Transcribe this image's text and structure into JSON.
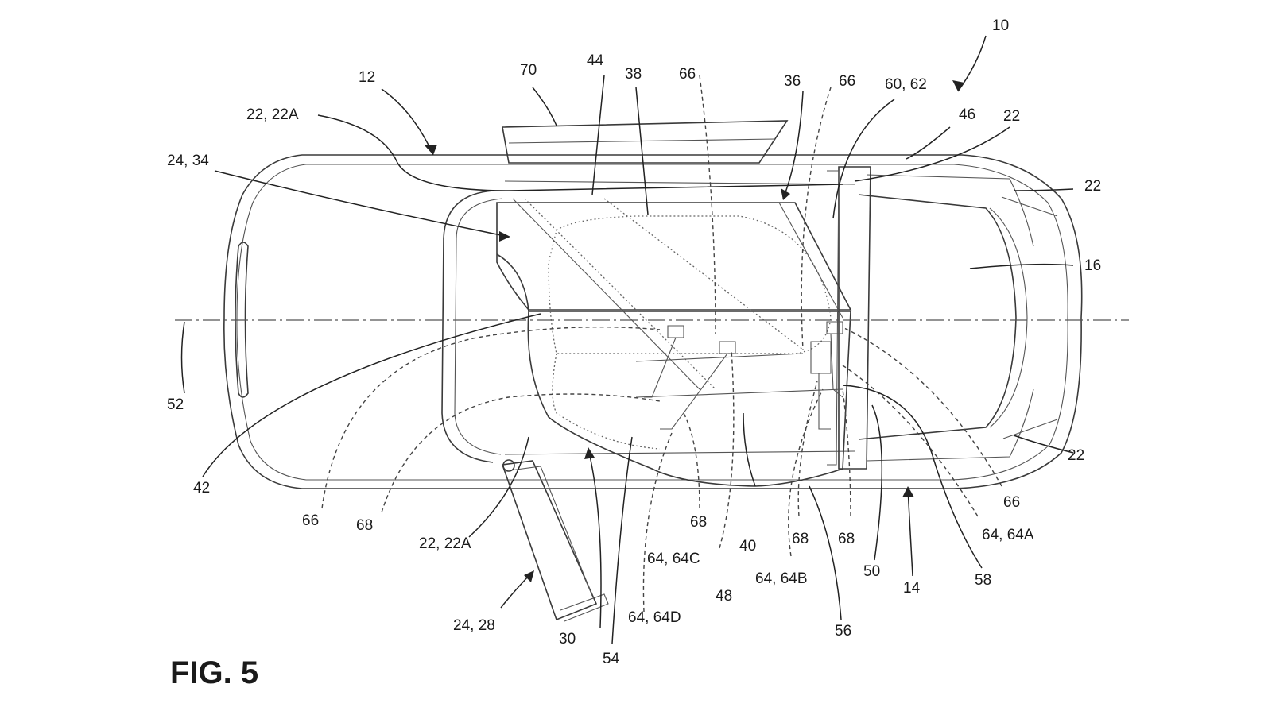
{
  "figure": {
    "title": "FIG. 5",
    "labels": [
      {
        "id": "l10",
        "text": "10"
      },
      {
        "id": "l12",
        "text": "12"
      },
      {
        "id": "l70",
        "text": "70"
      },
      {
        "id": "l44",
        "text": "44"
      },
      {
        "id": "l38",
        "text": "38"
      },
      {
        "id": "l66a",
        "text": "66"
      },
      {
        "id": "l36",
        "text": "36"
      },
      {
        "id": "l66b",
        "text": "66"
      },
      {
        "id": "l6062",
        "text": "60, 62"
      },
      {
        "id": "l46",
        "text": "46"
      },
      {
        "id": "l22a",
        "text": "22"
      },
      {
        "id": "l2222a",
        "text": "22, 22A"
      },
      {
        "id": "l2434",
        "text": "24, 34"
      },
      {
        "id": "l22b",
        "text": "22"
      },
      {
        "id": "l16",
        "text": "16"
      },
      {
        "id": "l52",
        "text": "52"
      },
      {
        "id": "l42",
        "text": "42"
      },
      {
        "id": "l66c",
        "text": "66"
      },
      {
        "id": "l68a",
        "text": "68"
      },
      {
        "id": "l2222b",
        "text": "22, 22A"
      },
      {
        "id": "l2428",
        "text": "24, 28"
      },
      {
        "id": "l30",
        "text": "30"
      },
      {
        "id": "l54",
        "text": "54"
      },
      {
        "id": "l6464d",
        "text": "64, 64D"
      },
      {
        "id": "l68b",
        "text": "68"
      },
      {
        "id": "l6464c",
        "text": "64, 64C"
      },
      {
        "id": "l40",
        "text": "40"
      },
      {
        "id": "l48",
        "text": "48"
      },
      {
        "id": "l6464b",
        "text": "64, 64B"
      },
      {
        "id": "l68c",
        "text": "68"
      },
      {
        "id": "l68d",
        "text": "68"
      },
      {
        "id": "l56",
        "text": "56"
      },
      {
        "id": "l50",
        "text": "50"
      },
      {
        "id": "l14",
        "text": "14"
      },
      {
        "id": "l58",
        "text": "58"
      },
      {
        "id": "l6464a",
        "text": "64, 64A"
      },
      {
        "id": "l66d",
        "text": "66"
      },
      {
        "id": "l22c",
        "text": "22"
      }
    ]
  }
}
